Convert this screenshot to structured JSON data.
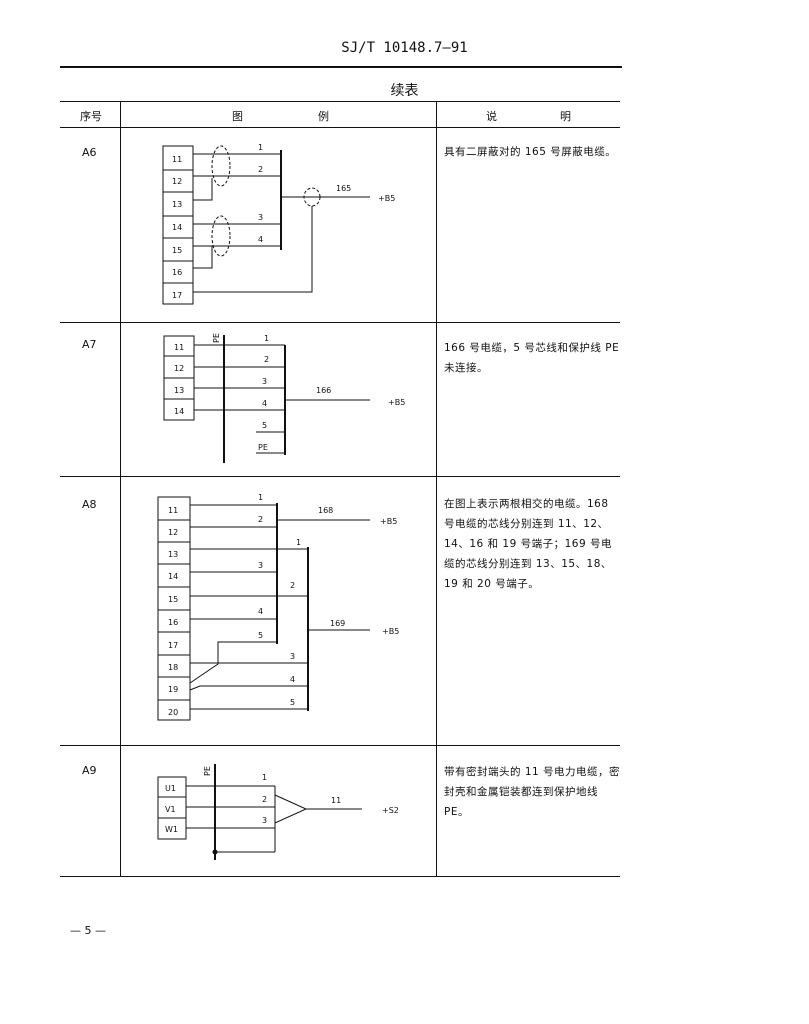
{
  "header": {
    "standard_code": "SJ/T 10148.7—91"
  },
  "table": {
    "caption": "续表",
    "col_seq": "序号",
    "col_figure_a": "图",
    "col_figure_b": "例",
    "col_desc_a": "说",
    "col_desc_b": "明"
  },
  "rows": [
    {
      "id": "A6",
      "description": "具有二屏蔽对的 165 号屏蔽电缆。",
      "terminals": [
        "11",
        "12",
        "13",
        "14",
        "15",
        "16",
        "17"
      ],
      "cores": [
        "1",
        "2",
        "3",
        "4"
      ],
      "cable": "165",
      "destination": "+B5"
    },
    {
      "id": "A7",
      "description": "166 号电缆，5 号芯线和保护线 PE 未连接。",
      "pe_label": "PE",
      "terminals": [
        "11",
        "12",
        "13",
        "14"
      ],
      "cores": [
        "1",
        "2",
        "3",
        "4",
        "5",
        "PE"
      ],
      "cable": "166",
      "destination": "+B5"
    },
    {
      "id": "A8",
      "description": "在图上表示两根相交的电缆。168 号电缆的芯线分别连到 11、12、14、16 和 19 号端子；169 号电缆的芯线分别连到 13、15、18、19 和 20 号端子。",
      "terminals": [
        "11",
        "12",
        "13",
        "14",
        "15",
        "16",
        "17",
        "18",
        "19",
        "20"
      ],
      "cable_a": "168",
      "cable_a_cores": [
        "1",
        "2",
        "3",
        "4",
        "5"
      ],
      "cable_b": "169",
      "cable_b_cores": [
        "1",
        "2",
        "3",
        "4",
        "5"
      ],
      "destination_a": "+B5",
      "destination_b": "+B5"
    },
    {
      "id": "A9",
      "description": "带有密封端头的 11 号电力电缆，密封壳和金属铠装都连到保护地线 PE。",
      "pe_label": "PE",
      "terminals": [
        "U1",
        "V1",
        "W1"
      ],
      "cores": [
        "1",
        "2",
        "3"
      ],
      "cable": "11",
      "destination": "+S2"
    }
  ],
  "footer": {
    "page_number": "— 5 —"
  }
}
